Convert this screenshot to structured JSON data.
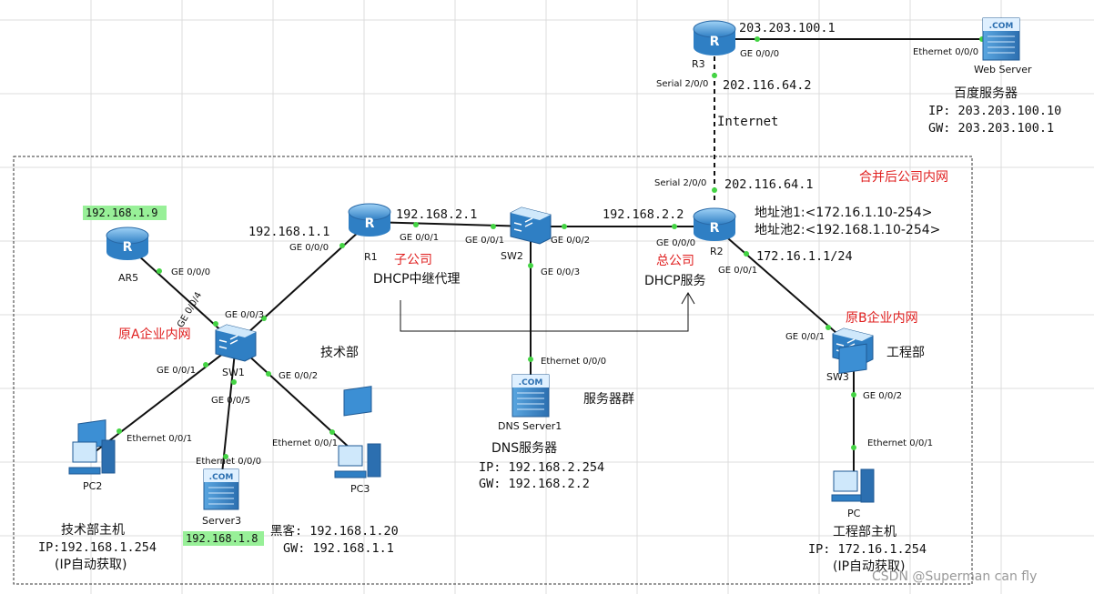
{
  "devices": {
    "r3": {
      "label": "R3",
      "ip": "203.203.100.1",
      "ge_port": "GE 0/0/0",
      "serial_port": "Serial 2/0/0",
      "serial_ip": "202.116.64.2"
    },
    "web_server": {
      "label": "Web Server",
      "port": "Ethernet 0/0/0",
      "name": "百度服务器",
      "ip": "IP: 203.203.100.10",
      "gw": "GW: 203.203.100.1"
    },
    "internet": {
      "label": "Internet"
    },
    "r2": {
      "label": "R2",
      "serial_port": "Serial 2/0/0",
      "serial_ip": "202.116.64.1",
      "ip_g000": "192.168.2.2",
      "port_g000": "GE 0/0/0",
      "ip_g001": "172.16.1.1/24",
      "port_g001": "GE 0/0/1",
      "pool1": "地址池1:<172.16.1.10-254>",
      "pool2": "地址池2:<192.168.1.10-254>",
      "role": "总公司",
      "service": "DHCP服务"
    },
    "merged_net": {
      "label": "合并后公司内网"
    },
    "r1": {
      "label": "R1",
      "ip_g000": "192.168.1.1",
      "port_g000": "GE 0/0/0",
      "ip_g001": "192.168.2.1",
      "port_g001": "GE 0/0/1",
      "role": "子公司",
      "service": "DHCP中继代理"
    },
    "sw2": {
      "label": "SW2",
      "port_g001": "GE 0/0/1",
      "port_g002": "GE 0/0/2",
      "port_g003": "GE 0/0/3",
      "group": "服务器群"
    },
    "dns_server": {
      "label": "DNS Server1",
      "port": "Ethernet 0/0/0",
      "name": "DNS服务器",
      "ip": "IP:  192.168.2.254",
      "gw": "GW:  192.168.2.2"
    },
    "ar5": {
      "label": "AR5",
      "ip": "192.168.1.9",
      "port": "GE 0/0/0"
    },
    "sw1": {
      "label": "SW1",
      "p1": "GE 0/0/1",
      "p2": "GE 0/0/2",
      "p3": "GE 0/0/3",
      "p4": "GE 0/0/4",
      "p5": "GE 0/0/5",
      "net": "原A企业内网",
      "dept": "技术部"
    },
    "pc2": {
      "label": "PC2",
      "port": "Ethernet 0/0/1",
      "name": "技术部主机",
      "ip": "IP:192.168.1.254",
      "mode": "(IP自动获取)"
    },
    "server3": {
      "label": "Server3",
      "port": "Ethernet 0/0/0",
      "ip": "192.168.1.8"
    },
    "pc3": {
      "label": "PC3",
      "port": "Ethernet 0/0/1"
    },
    "hacker": {
      "ip": "黑客: 192.168.1.20",
      "gw": "GW: 192.168.1.1"
    },
    "sw3": {
      "label": "SW3",
      "p1": "GE 0/0/1",
      "p2": "GE 0/0/2",
      "net": "原B企业内网",
      "dept": "工程部"
    },
    "pc": {
      "label": "PC",
      "port": "Ethernet 0/0/1",
      "name": "工程部主机",
      "ip": "IP:  172.16.1.254",
      "mode": "(IP自动获取)"
    }
  },
  "watermark": "CSDN @Superman can fly",
  "colors": {
    "link_dot": "#44d444",
    "annotation_red": "#e02020",
    "ip_highlight": "#98f098",
    "router_blue": "#3c8fd4"
  }
}
